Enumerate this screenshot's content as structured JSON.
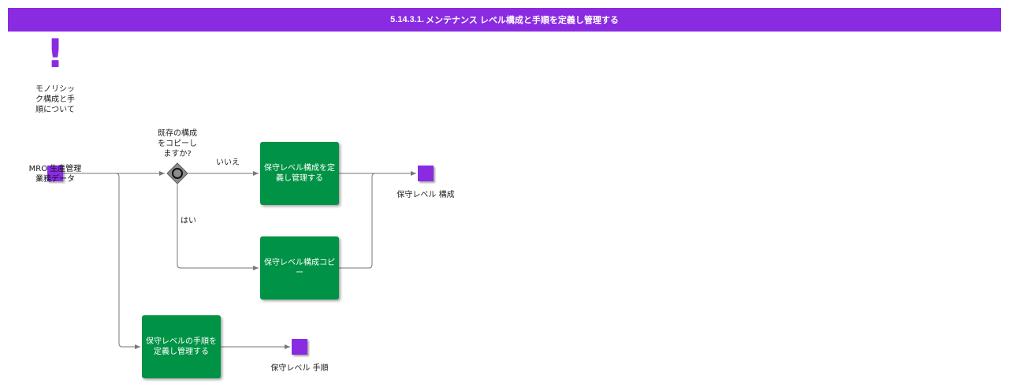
{
  "title": {
    "number": "5.14.3.1.",
    "text": "メンテナンス レベル構成と手順を定義し管理する"
  },
  "note": {
    "icon": "exclamation-icon",
    "text": "モノリシッ\nク構成と手\n順について"
  },
  "start": {
    "label": "MRO 生産管理\n業務データ"
  },
  "gateway": {
    "question": "既存の構成\nをコピーし\nますか?",
    "branch_no": "いいえ",
    "branch_yes": "はい"
  },
  "tasks": {
    "define_config": "保守レベル構成を定義し管理する",
    "copy_config": "保守レベル構成コピー",
    "define_procedure": "保守レベルの手順を定義し管理する"
  },
  "outputs": {
    "config": "保守レベル 構成",
    "procedure": "保守レベル 手順"
  },
  "colors": {
    "header": "#8a2be2",
    "task": "#009245",
    "output": "#8a2be2"
  }
}
